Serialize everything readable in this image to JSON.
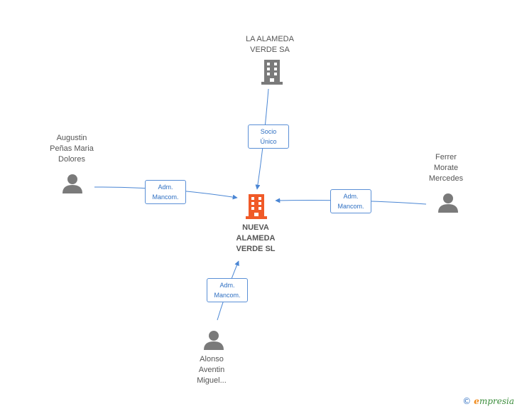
{
  "nodes": {
    "parent_company": {
      "label": "LA ALAMEDA\nVERDE SA"
    },
    "main_company": {
      "label": "NUEVA\nALAMEDA\nVERDE SL"
    },
    "person_left": {
      "label": "Augustin\nPeñas Maria\nDolores"
    },
    "person_right": {
      "label": "Ferrer\nMorate\nMercedes"
    },
    "person_bottom": {
      "label": "Alonso\nAventin\nMiguel..."
    }
  },
  "relations": {
    "top": "Socio\nÚnico",
    "left": "Adm.\nMancom.",
    "right": "Adm.\nMancom.",
    "bottom": "Adm.\nMancom."
  },
  "footer": {
    "copyright": "©",
    "brand_initial": "e",
    "brand_rest": "mpresia"
  },
  "colors": {
    "company": "#7a7a7a",
    "main_company": "#f05a28",
    "person": "#7a7a7a",
    "link": "#4a86d4"
  }
}
